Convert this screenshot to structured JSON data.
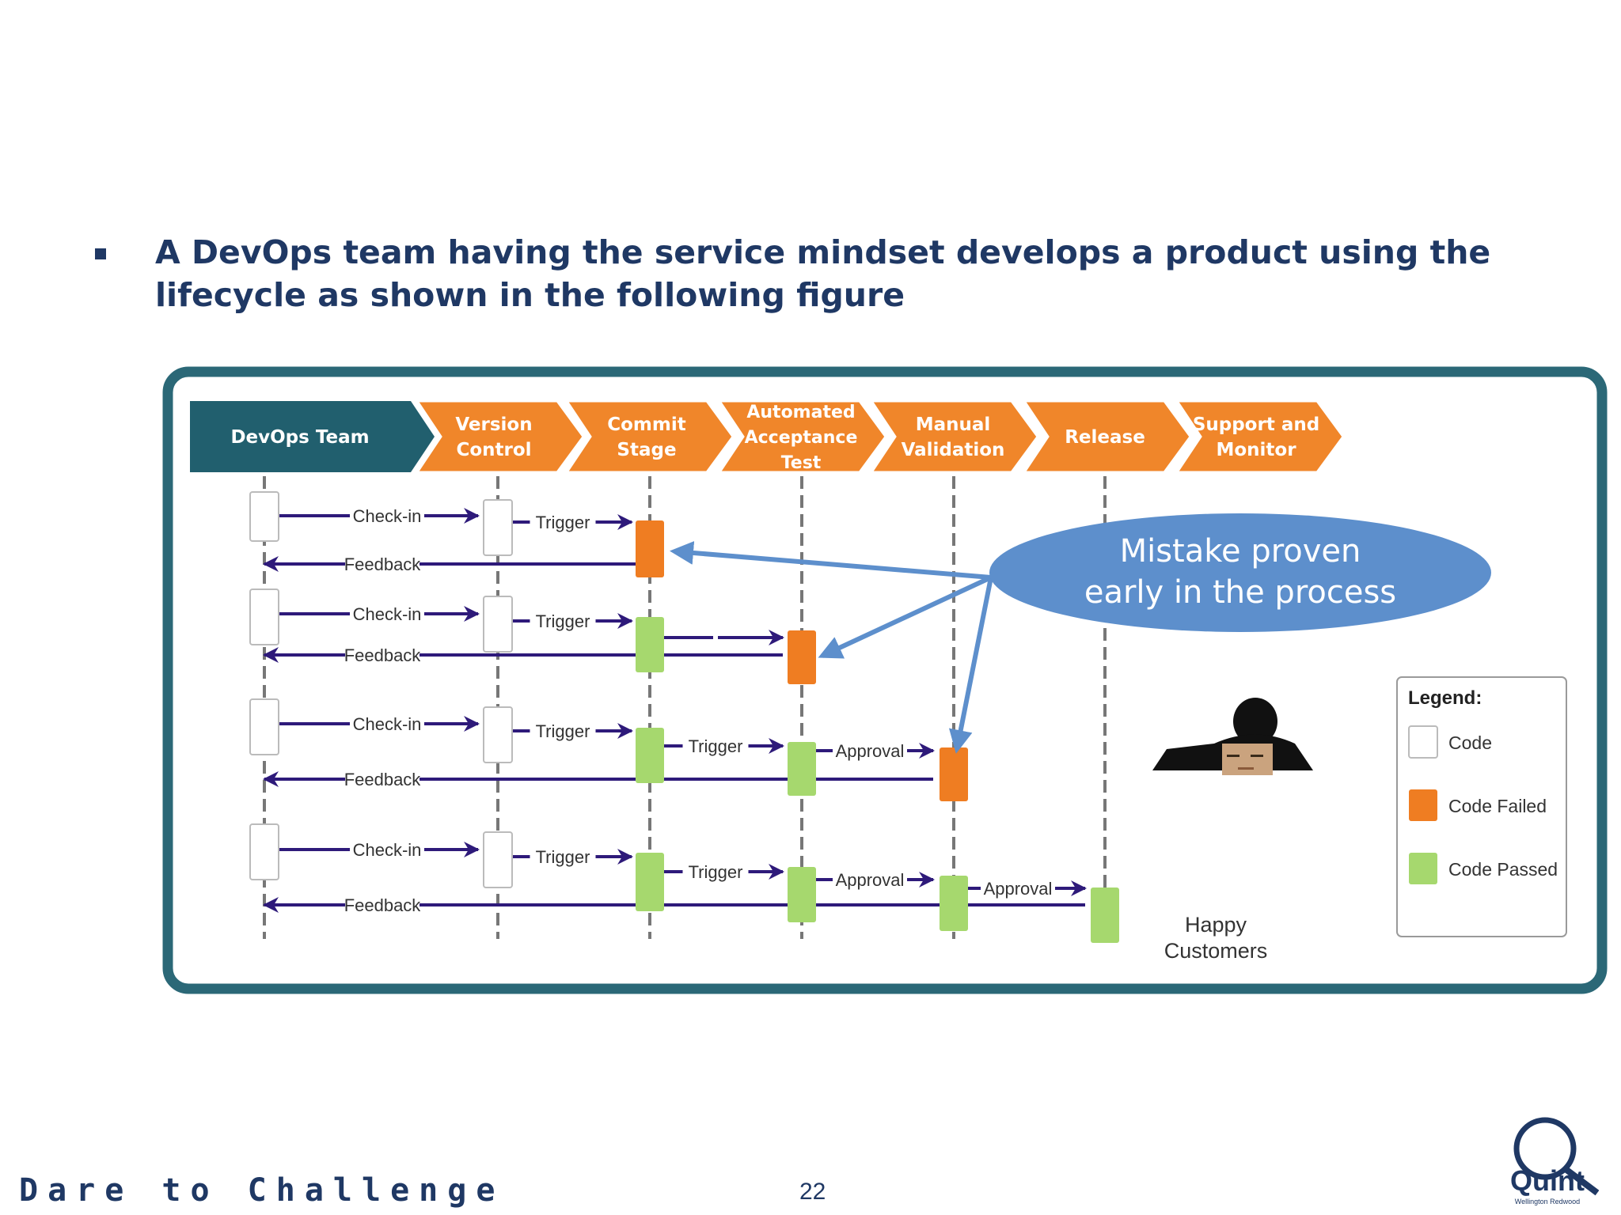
{
  "slide": {
    "bullet_text": "A DevOps team having the service mindset develops a product using the lifecycle as shown in the following figure",
    "footer_slogan": "Dare to Challenge",
    "page_number": "22",
    "logo_text": "Quint",
    "logo_subtext": "Wellington Redwood"
  },
  "diagram": {
    "stages": [
      {
        "label": "DevOps Team",
        "color": "#215f6e"
      },
      {
        "label": "Version Control",
        "color": "#f0862a"
      },
      {
        "label": "Commit Stage",
        "color": "#f0862a"
      },
      {
        "label": "Automated Acceptance Test",
        "color": "#f0862a"
      },
      {
        "label": "Manual Validation",
        "color": "#f0862a"
      },
      {
        "label": "Release",
        "color": "#f0862a"
      },
      {
        "label": "Support and Monitor",
        "color": "#f0862a"
      }
    ],
    "message_labels": {
      "checkin": "Check-in",
      "trigger": "Trigger",
      "feedback": "Feedback",
      "approval": "Approval"
    },
    "callout": "Mistake proven early in the process",
    "customers_label": "Happy Customers",
    "legend": {
      "title": "Legend:",
      "items": [
        {
          "label": "Code",
          "color": "#ffffff"
        },
        {
          "label": "Code Failed",
          "color": "#ef7d22"
        },
        {
          "label": "Code Passed",
          "color": "#a6d86e"
        }
      ]
    },
    "colors": {
      "frame": "#2b6877",
      "arrow": "#2e1a7a",
      "callout": "#5d8fcc"
    }
  }
}
